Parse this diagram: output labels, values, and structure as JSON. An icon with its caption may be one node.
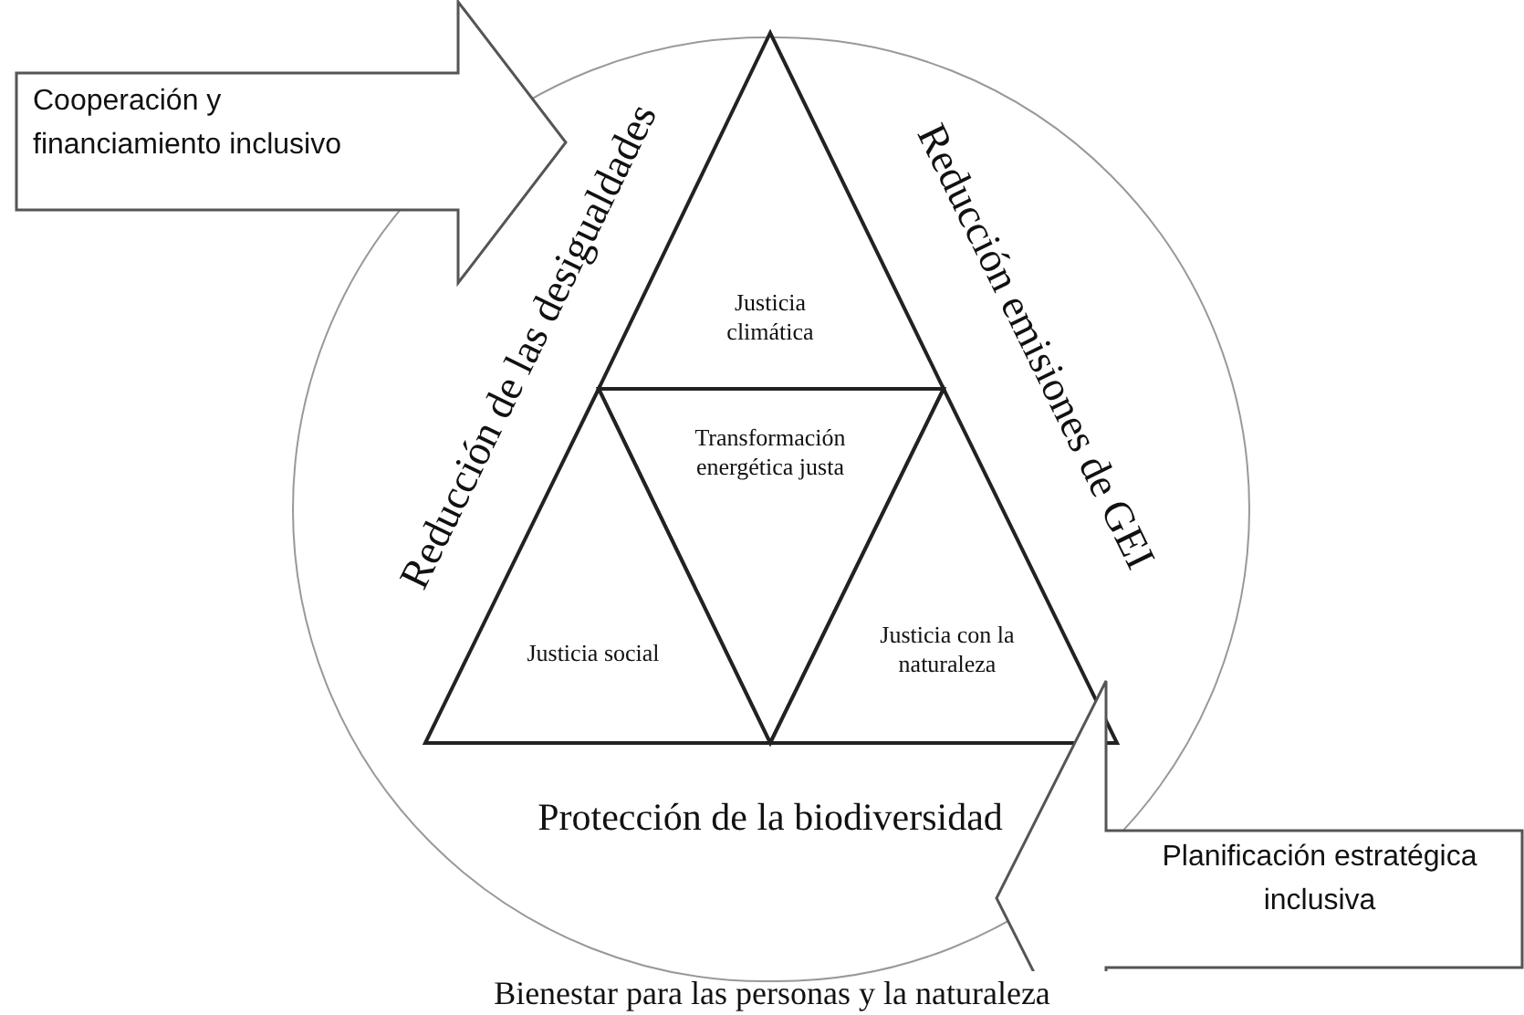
{
  "diagram": {
    "caption": "Bienestar para las personas y la naturaleza",
    "nodes": [
      {
        "text": [],
        "shape": "circle"
      },
      {
        "text": [
          "Justicia climática"
        ],
        "in": 0
      },
      {
        "text": [
          "Transformación energética justa"
        ],
        "in": 0
      },
      {
        "text": [
          "Justicia social"
        ],
        "in": 0
      },
      {
        "text": [
          "Justicia con la naturaleza"
        ],
        "in": 0
      },
      {
        "text": [
          "Cooperación y financiamiento inclusivo"
        ]
      },
      {
        "text": [
          "Planificación estratégica inclusiva"
        ]
      }
    ],
    "edges": [],
    "labels": [
      "Reducción de las desigualdades",
      "Reducción emisiones de GEI",
      "Protección de la biodiversidad"
    ]
  }
}
